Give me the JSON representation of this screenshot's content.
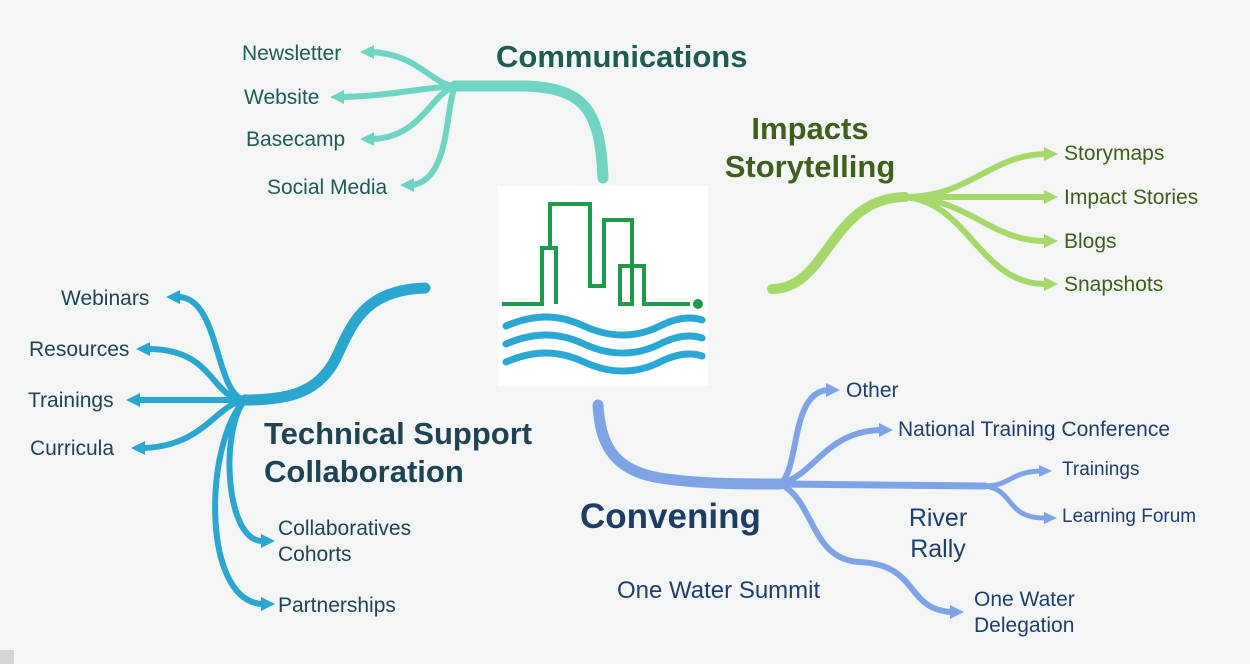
{
  "center": {
    "logo_icon": "city-skyline-over-water-logo-icon"
  },
  "colors": {
    "communications": "#6fd4c2",
    "impacts": "#a6d86c",
    "technical": "#2ba6cf",
    "convening": "#7ea4e6",
    "logo_green": "#1f9a4b",
    "logo_blue": "#2aa7d2"
  },
  "branches": {
    "communications": {
      "title": "Communications",
      "items": [
        "Newsletter",
        "Website",
        "Basecamp",
        "Social Media"
      ]
    },
    "impacts": {
      "title_line1": "Impacts",
      "title_line2": "Storytelling",
      "items": [
        "Storymaps",
        "Impact Stories",
        "Blogs",
        "Snapshots"
      ]
    },
    "technical": {
      "title_line1": "Technical Support",
      "title_line2": "Collaboration",
      "items": [
        "Webinars",
        "Resources",
        "Trainings",
        "Curricula"
      ],
      "collab_line1": "Collaboratives",
      "collab_line2": "Cohorts",
      "partnerships": "Partnerships"
    },
    "convening": {
      "title": "Convening",
      "other": "Other",
      "ntc": "National Training Conference",
      "trainings": "Trainings",
      "learning_forum": "Learning Forum",
      "river_line1": "River",
      "river_line2": "Rally",
      "summit": "One Water Summit",
      "delegation_line1": "One Water",
      "delegation_line2": "Delegation"
    }
  }
}
